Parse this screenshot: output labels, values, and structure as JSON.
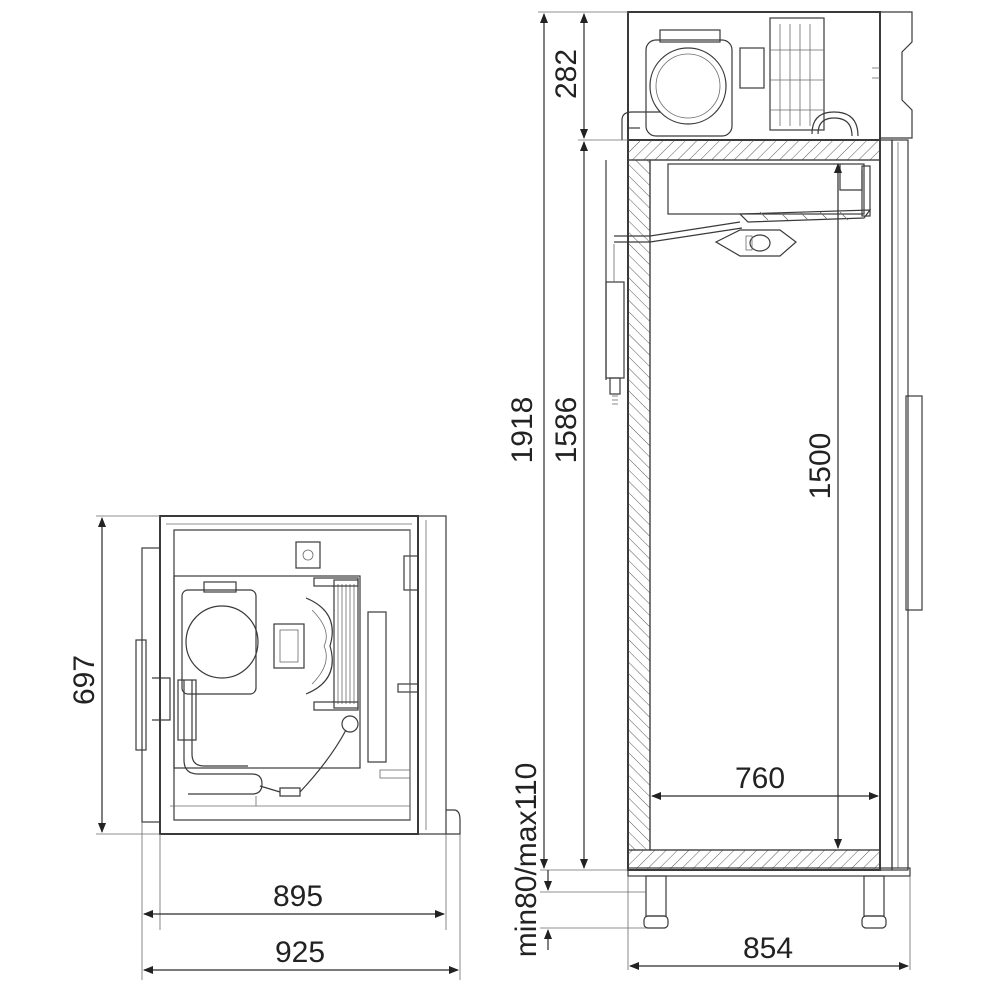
{
  "diagram": {
    "front_view": {
      "dimensions": {
        "total_height": "1918",
        "body_height": "1586",
        "top_unit_height": "282",
        "interior_height": "1500",
        "interior_width": "760",
        "total_width": "854",
        "leg_height": "min80/max110"
      }
    },
    "top_view": {
      "dimensions": {
        "depth": "697",
        "width_inner": "895",
        "width_total": "925"
      }
    }
  },
  "colors": {
    "line": "#3a3a3a",
    "insulation": "#6a6a6a",
    "background": "#ffffff"
  }
}
